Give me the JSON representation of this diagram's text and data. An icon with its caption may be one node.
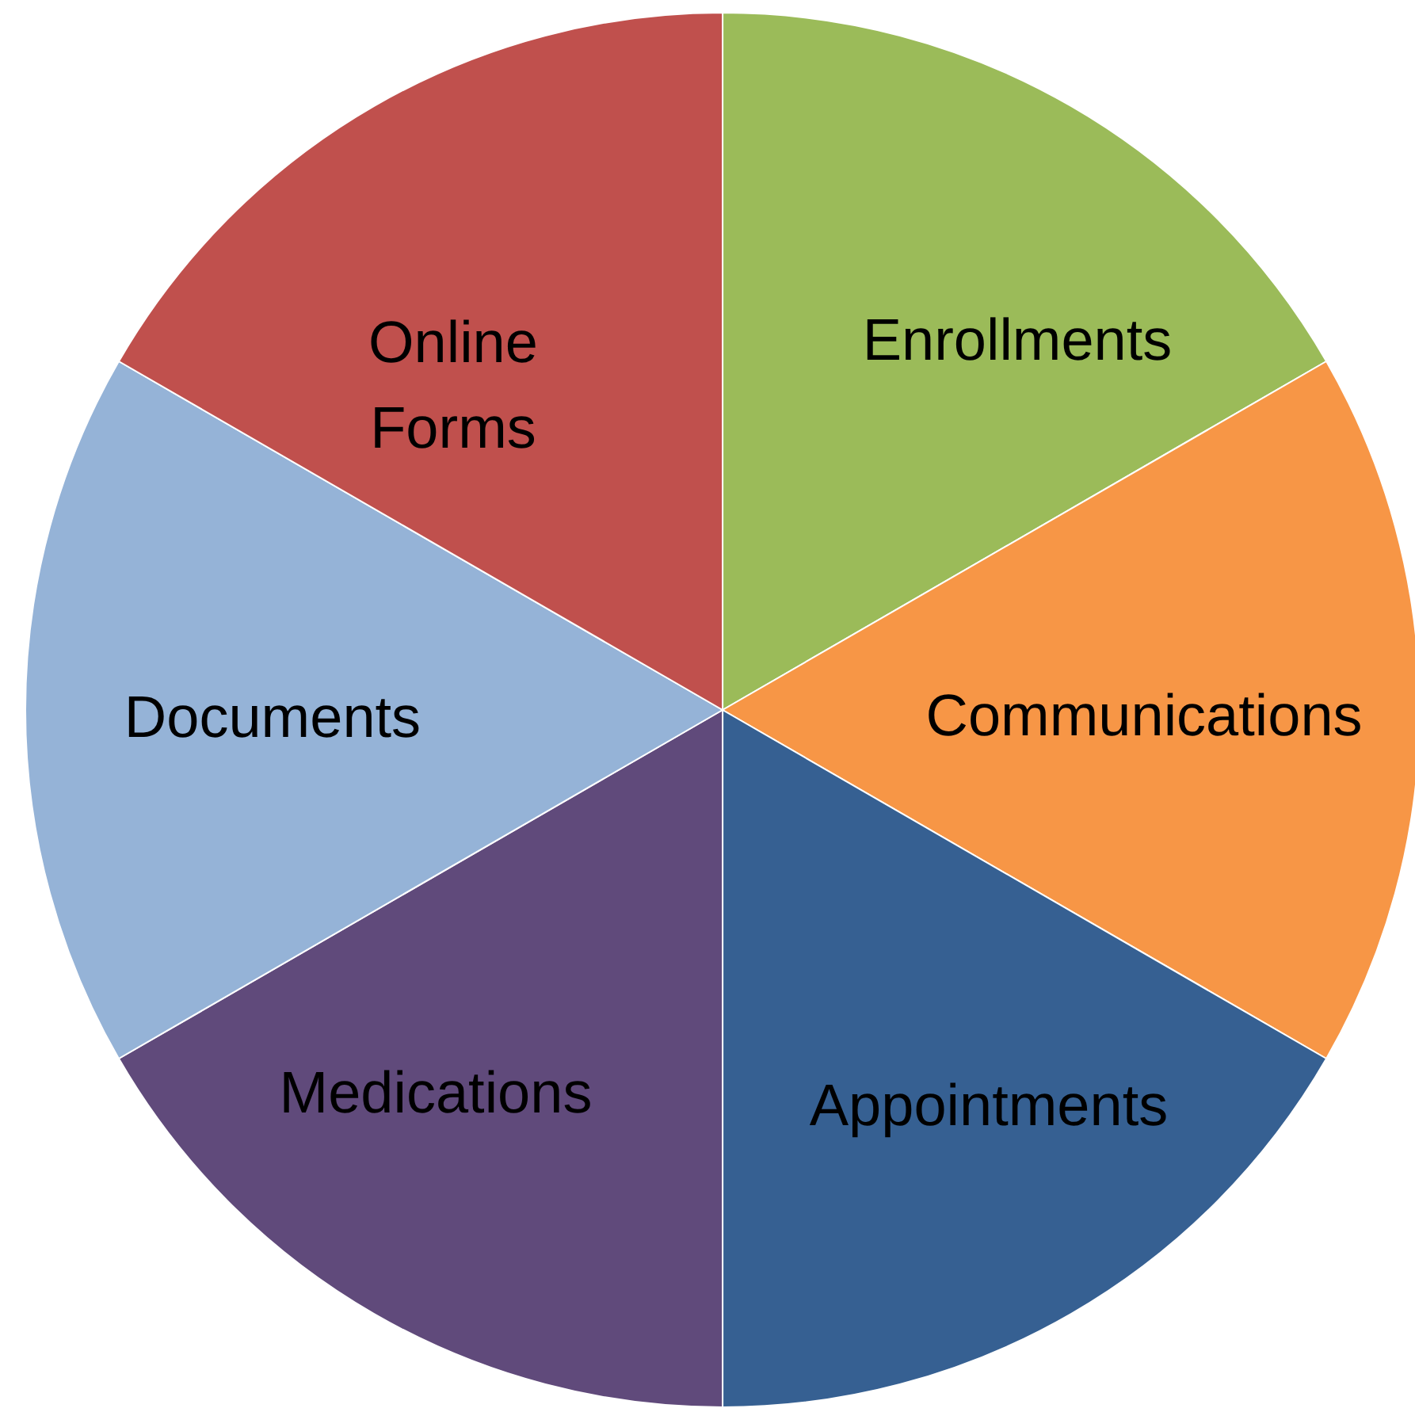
{
  "diagram": {
    "nodes": [
      {
        "text": [
          "Enrollments"
        ]
      },
      {
        "text": [
          "Communications"
        ]
      },
      {
        "text": [
          "Appointments"
        ]
      },
      {
        "text": [
          "Medications"
        ]
      },
      {
        "text": [
          "Documents"
        ]
      },
      {
        "text": [
          "Online Forms"
        ]
      }
    ]
  }
}
